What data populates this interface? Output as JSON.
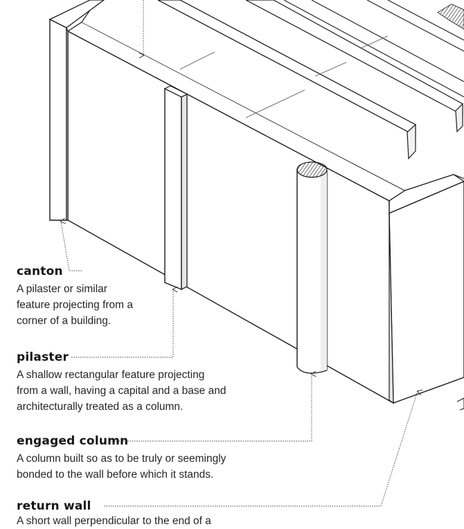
{
  "terms": [
    {
      "term": "canton",
      "definition": "A pilaster or similar\nfeature projecting from a\ncorner of a building."
    },
    {
      "term": "pilaster",
      "definition": "A shallow rectangular feature projecting\nfrom a wall, having a capital and a base and\narchitecturally treated as a column."
    },
    {
      "term": "engaged column",
      "definition": "A column built so as to be truly or seemingly\nbonded to the wall before which it stands."
    },
    {
      "term": "return wall",
      "definition": "A short wall perpendicular to the end of a"
    }
  ],
  "colors": {
    "ink": "#1a1a1a",
    "leader": "#444444",
    "face_light": "#ffffff",
    "face_shade": "#e9e9e9"
  }
}
